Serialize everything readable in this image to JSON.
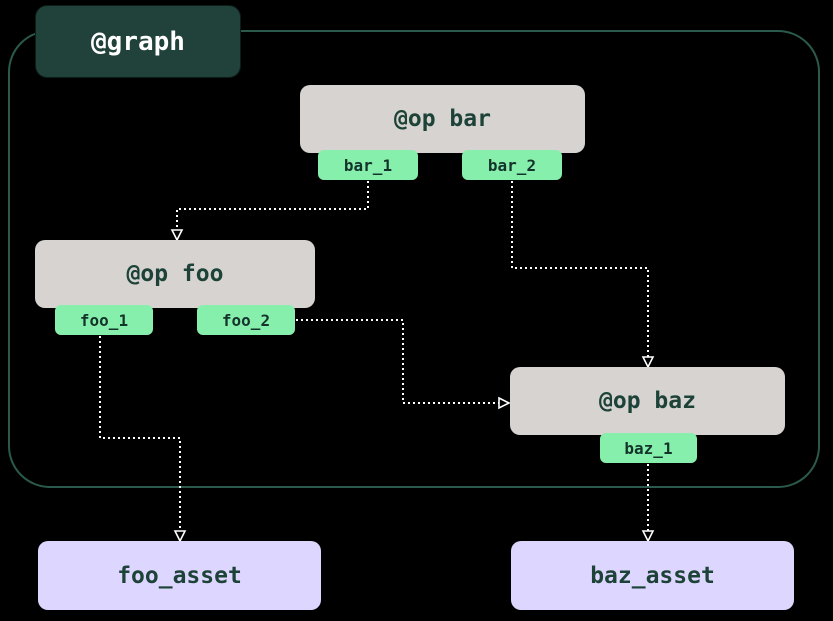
{
  "graph": {
    "label": "@graph"
  },
  "ops": [
    {
      "id": "bar",
      "label": "@op bar",
      "outputs": [
        "bar_1",
        "bar_2"
      ]
    },
    {
      "id": "foo",
      "label": "@op foo",
      "outputs": [
        "foo_1",
        "foo_2"
      ]
    },
    {
      "id": "baz",
      "label": "@op baz",
      "outputs": [
        "baz_1"
      ]
    }
  ],
  "assets": [
    {
      "id": "foo_asset",
      "label": "foo_asset"
    },
    {
      "id": "baz_asset",
      "label": "baz_asset"
    }
  ],
  "edges": [
    {
      "from": "bar_1",
      "to": "op foo"
    },
    {
      "from": "bar_2",
      "to": "op baz"
    },
    {
      "from": "foo_2",
      "to": "op baz"
    },
    {
      "from": "foo_1",
      "to": "foo_asset"
    },
    {
      "from": "baz_1",
      "to": "baz_asset"
    }
  ],
  "colors": {
    "background": "#000000",
    "graph_border": "#2b5a4c",
    "graph_label_bg": "#20423a",
    "graph_label_text": "#ffffff",
    "op_node_bg": "#d6d3d1",
    "op_node_text": "#1d4339",
    "output_tab_bg": "#86efac",
    "output_tab_text": "#14342b",
    "asset_bg": "#ddd6fe",
    "asset_text": "#1d4339",
    "edge": "#ffffff"
  }
}
